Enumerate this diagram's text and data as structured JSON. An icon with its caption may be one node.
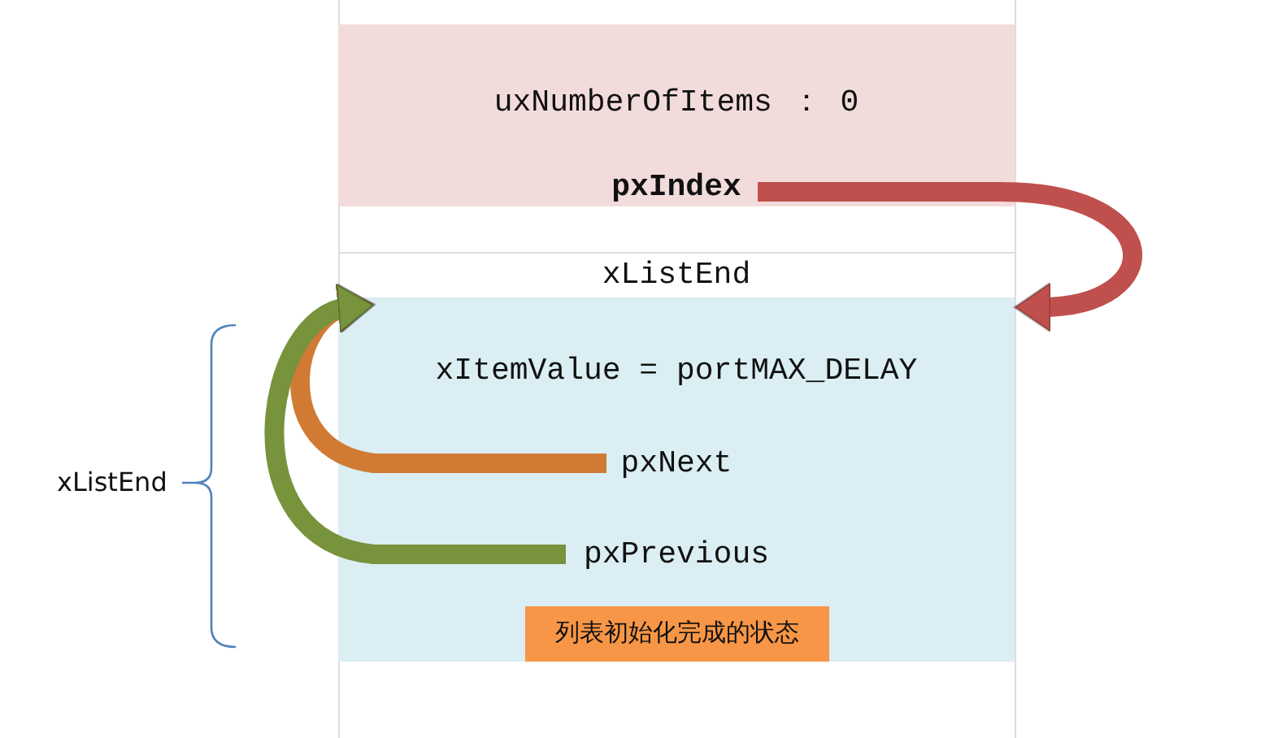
{
  "diagram": {
    "nodes": [
      {
        "text": [
          "uxNumberOfItems  ：  0"
        ]
      },
      {
        "text": [
          "pxIndex"
        ],
        "in": 0
      },
      {
        "text": [
          "xListEnd"
        ]
      },
      {
        "text": [
          "xItemValue = portMAX_DELAY"
        ],
        "in": 2
      },
      {
        "text": [
          "pxNext"
        ],
        "in": 2
      },
      {
        "text": [
          "pxPrevious"
        ],
        "in": 2
      },
      {
        "text": [
          "列表初始化完成的状态"
        ],
        "in": 2
      }
    ],
    "edges": [
      {
        "from": 1,
        "to": 2,
        "arrow": "to",
        "color": "#c0504d"
      },
      {
        "from": 4,
        "to": 2,
        "arrow": "to",
        "color": "#d07a34"
      },
      {
        "from": 5,
        "to": 2,
        "arrow": "to",
        "color": "#77933c"
      }
    ],
    "labels": [
      "xListEnd"
    ]
  }
}
